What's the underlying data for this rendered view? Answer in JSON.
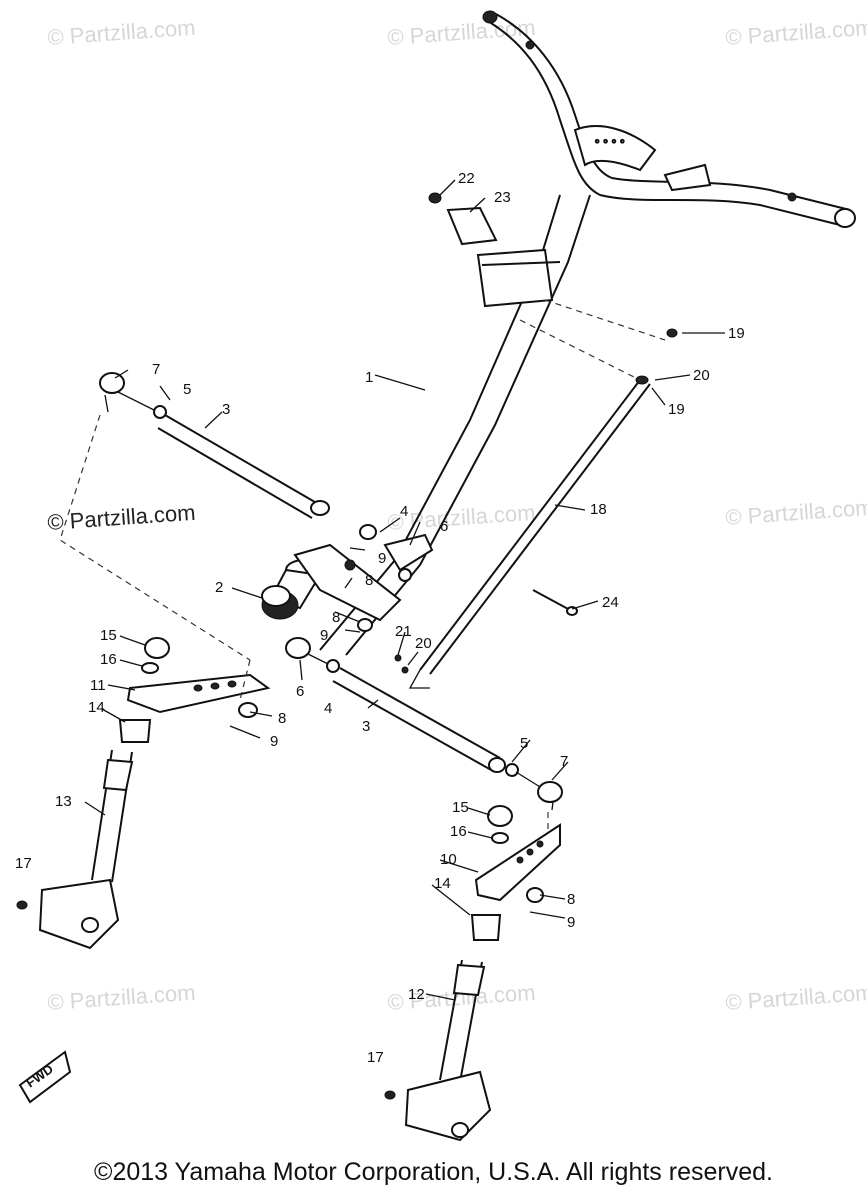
{
  "watermarks": [
    "© Partzilla.com",
    "© Partzilla.com",
    "© Partzilla.com",
    "© Partzilla.com",
    "© Partzilla.com",
    "© Partzilla.com",
    "© Partzilla.com",
    "© Partzilla.com",
    "© Partzilla.com"
  ],
  "callouts": {
    "c1": "1",
    "c2": "2",
    "c3a": "3",
    "c3b": "3",
    "c4a": "4",
    "c4b": "4",
    "c5a": "5",
    "c5b": "5",
    "c6a": "6",
    "c6b": "6",
    "c7a": "7",
    "c7b": "7",
    "c8a": "8",
    "c8b": "8",
    "c8c": "8",
    "c8d": "8",
    "c9a": "9",
    "c9b": "9",
    "c9c": "9",
    "c9d": "9",
    "c10": "10",
    "c11": "11",
    "c12": "12",
    "c13": "13",
    "c14a": "14",
    "c14b": "14",
    "c15a": "15",
    "c15b": "15",
    "c16a": "16",
    "c16b": "16",
    "c17a": "17",
    "c17b": "17",
    "c18": "18",
    "c19a": "19",
    "c19b": "19",
    "c20a": "20",
    "c20b": "20",
    "c21": "21",
    "c22": "22",
    "c23": "23",
    "c24": "24"
  },
  "front_mark": "FWD",
  "copyright": "©2013  Yamaha Motor Corporation, U.S.A. All rights reserved."
}
